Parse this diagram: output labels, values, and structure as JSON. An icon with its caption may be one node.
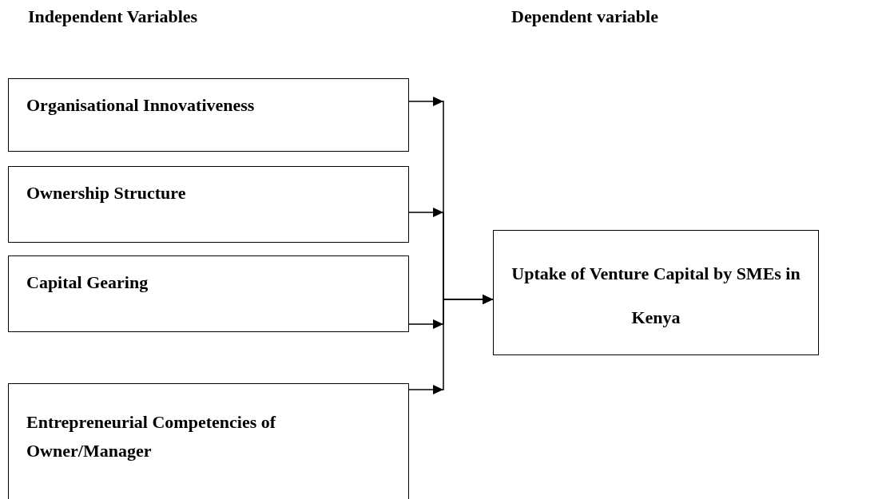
{
  "diagram": {
    "nodes": [
      {
        "text": [
          "Organisational Innovativeness"
        ]
      },
      {
        "text": [
          "Ownership Structure"
        ]
      },
      {
        "text": [
          "Capital Gearing"
        ]
      },
      {
        "text": [
          "Entrepreneurial Competencies of Owner/Manager"
        ]
      },
      {
        "text": [
          "Uptake of Venture Capital by SMEs in Kenya"
        ]
      }
    ],
    "edges": [
      {
        "from": 0,
        "to": 4,
        "arrow": "to"
      },
      {
        "from": 1,
        "to": 4,
        "arrow": "to"
      },
      {
        "from": 2,
        "to": 4,
        "arrow": "to"
      },
      {
        "from": 3,
        "to": 4,
        "arrow": "to"
      }
    ],
    "labels": [
      "Independent Variables",
      "Dependent variable"
    ]
  }
}
